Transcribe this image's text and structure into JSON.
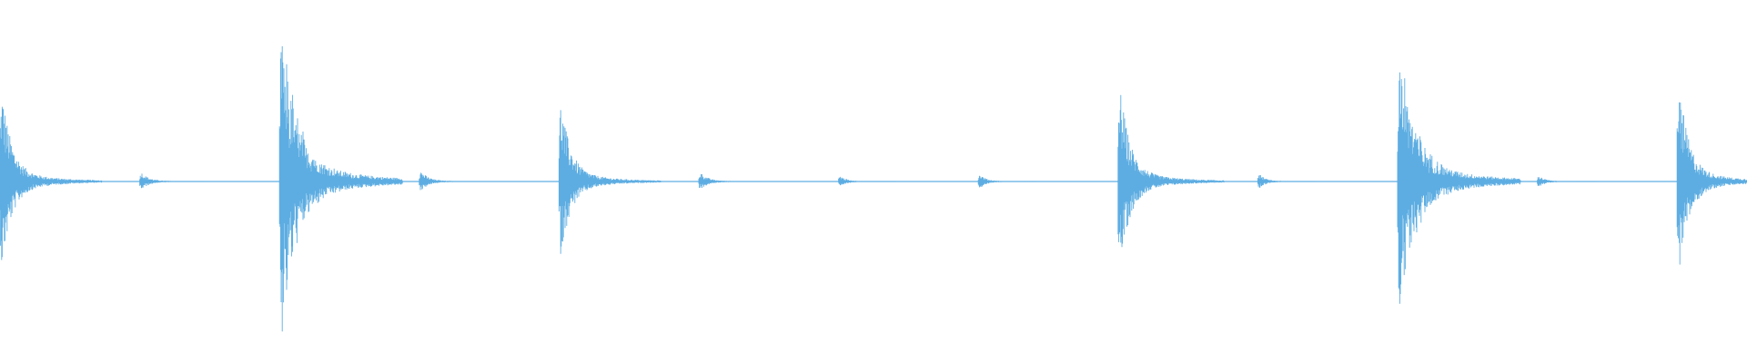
{
  "waveform": {
    "color": "#5dade2",
    "background": "#ffffff",
    "duration_beats": 12.5,
    "amplitude_range": [
      -1,
      1
    ],
    "hits": [
      {
        "time": 0.0,
        "peak": 0.58,
        "decay": 0.25,
        "tail": 0.22,
        "ringing": false
      },
      {
        "time": 1.0,
        "peak": 0.06,
        "decay": 0.18,
        "tail": 0.0,
        "ringing": false
      },
      {
        "time": 2.0,
        "peak": 1.0,
        "decay": 0.3,
        "tail": 0.32,
        "ringing": true
      },
      {
        "time": 3.0,
        "peak": 0.07,
        "decay": 0.18,
        "tail": 0.0,
        "ringing": false
      },
      {
        "time": 4.0,
        "peak": 0.5,
        "decay": 0.25,
        "tail": 0.22,
        "ringing": false
      },
      {
        "time": 5.0,
        "peak": 0.06,
        "decay": 0.18,
        "tail": 0.0,
        "ringing": false
      },
      {
        "time": 6.0,
        "peak": 0.04,
        "decay": 0.15,
        "tail": 0.0,
        "ringing": false
      },
      {
        "time": 7.0,
        "peak": 0.05,
        "decay": 0.15,
        "tail": 0.0,
        "ringing": false
      },
      {
        "time": 8.0,
        "peak": 0.6,
        "decay": 0.25,
        "tail": 0.25,
        "ringing": false
      },
      {
        "time": 9.0,
        "peak": 0.05,
        "decay": 0.15,
        "tail": 0.0,
        "ringing": false
      },
      {
        "time": 10.0,
        "peak": 0.92,
        "decay": 0.3,
        "tail": 0.32,
        "ringing": true
      },
      {
        "time": 11.0,
        "peak": 0.04,
        "decay": 0.15,
        "tail": 0.0,
        "ringing": false
      },
      {
        "time": 12.0,
        "peak": 0.62,
        "decay": 0.25,
        "tail": 0.22,
        "ringing": false
      }
    ]
  }
}
